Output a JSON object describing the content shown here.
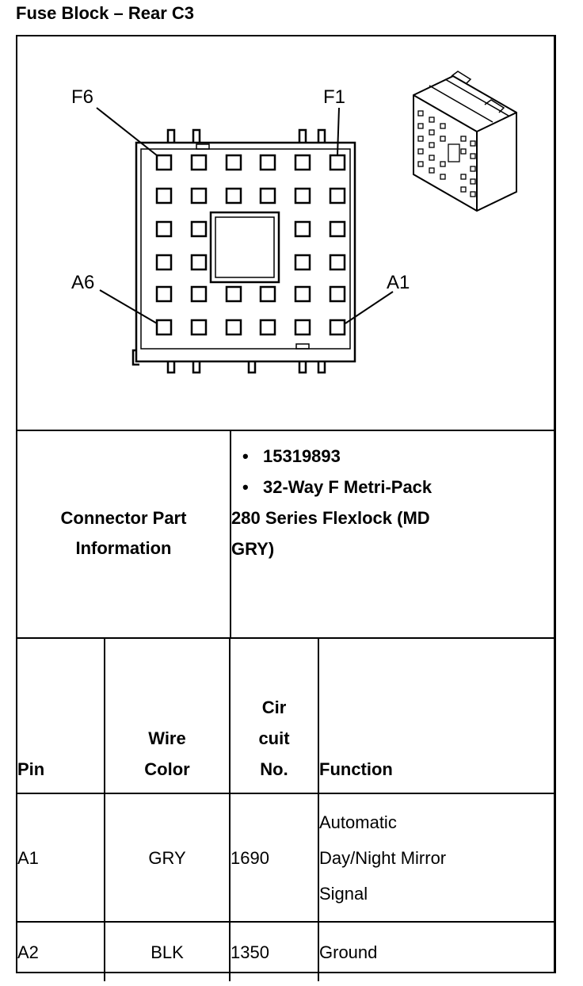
{
  "title": "Fuse Block – Rear C3",
  "diagram": {
    "labels": {
      "f6": "F6",
      "f1": "F1",
      "a6": "A6",
      "a1": "A1"
    }
  },
  "connector_part_information": {
    "label_line1": "Connector Part",
    "label_line2": "Information",
    "bullet": "•",
    "part_number": "15319893",
    "desc_line1": "32-Way F Metri-Pack",
    "desc_line2": "280 Series Flexlock (MD",
    "desc_line3": "GRY)"
  },
  "table": {
    "headers": {
      "pin": "Pin",
      "wire_line1": "Wire",
      "wire_line2": "Color",
      "circ_line1": "Cir",
      "circ_line2": "cuit",
      "circ_line3": "No.",
      "function": "Function"
    },
    "rows": [
      {
        "pin": "A1",
        "wire_color": "GRY",
        "circuit": "1690",
        "function_line1": "Automatic",
        "function_line2": "Day/Night Mirror",
        "function_line3": "Signal"
      },
      {
        "pin": "A2",
        "wire_color": "BLK",
        "circuit": "1350",
        "function_line1": "Ground"
      }
    ]
  }
}
